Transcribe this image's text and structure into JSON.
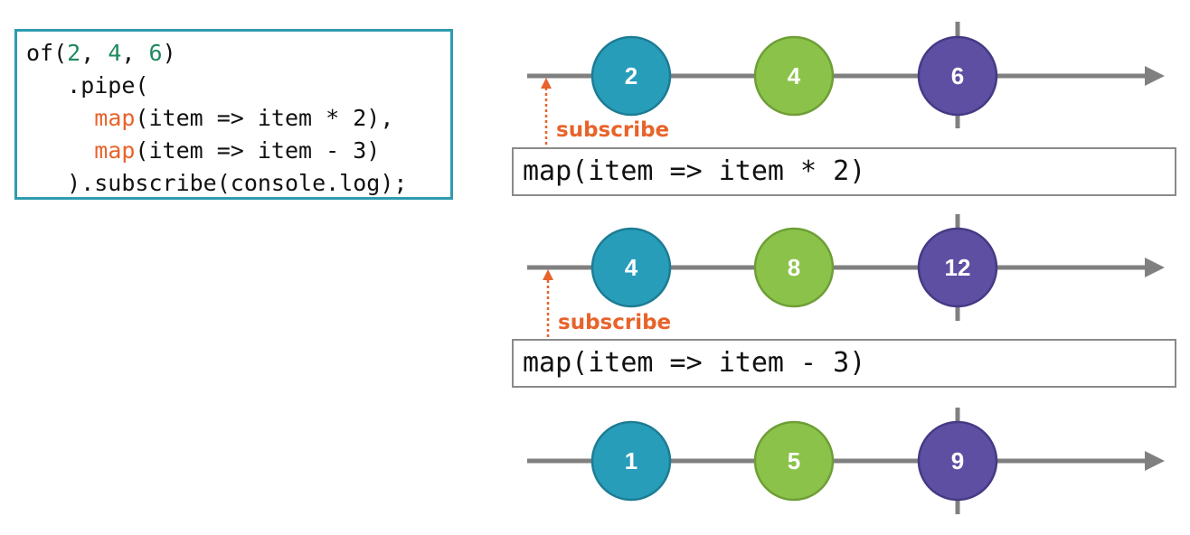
{
  "code": {
    "lines": [
      [
        {
          "t": "of("
        },
        {
          "t": "2",
          "c": "num"
        },
        {
          "t": ", "
        },
        {
          "t": "4",
          "c": "num"
        },
        {
          "t": ", "
        },
        {
          "t": "6",
          "c": "num"
        },
        {
          "t": ")"
        }
      ],
      [
        {
          "t": "   .pipe("
        }
      ],
      [
        {
          "t": "     "
        },
        {
          "t": "map",
          "c": "fn"
        },
        {
          "t": "(item => item * 2),"
        }
      ],
      [
        {
          "t": "     "
        },
        {
          "t": "map",
          "c": "fn"
        },
        {
          "t": "(item => item - 3)"
        }
      ],
      [
        {
          "t": "   ).subscribe(console.log);"
        }
      ]
    ]
  },
  "streams": [
    {
      "name": "source",
      "values": [
        "2",
        "4",
        "6"
      ]
    },
    {
      "name": "after-map-1",
      "values": [
        "4",
        "8",
        "12"
      ]
    },
    {
      "name": "after-map-2",
      "values": [
        "1",
        "5",
        "9"
      ]
    }
  ],
  "operators": [
    {
      "label": "map(item => item * 2)"
    },
    {
      "label": "map(item => item - 3)"
    }
  ],
  "subscribe_label": "subscribe",
  "colors": {
    "teal": "#289db9",
    "green": "#8bc34a",
    "purple": "#5e4fa2",
    "axis": "#808080",
    "accent": "#e8632b",
    "border": "#2f9bb0"
  }
}
